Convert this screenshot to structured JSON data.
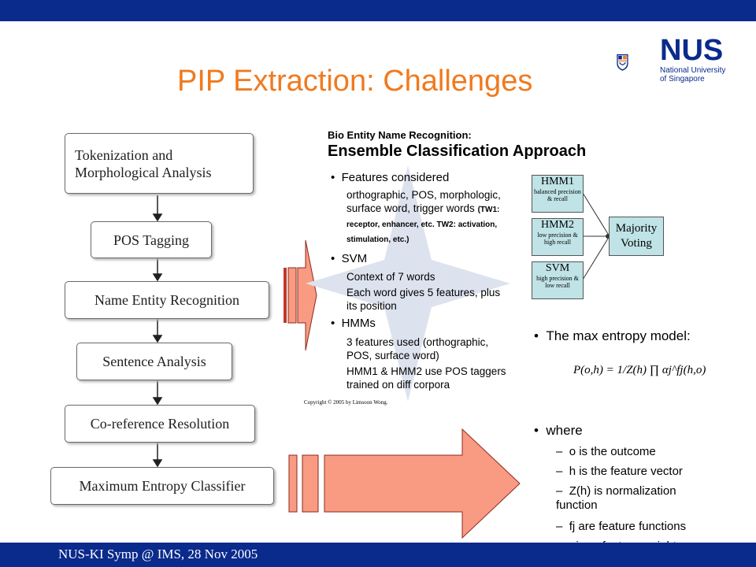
{
  "slide": {
    "title": "PIP Extraction: Challenges",
    "footer": "NUS-KI Symp @ IMS, 28 Nov 2005",
    "logo": {
      "name": "NUS",
      "line1": "National University",
      "line2": "of Singapore"
    }
  },
  "flow": {
    "steps": [
      "Tokenization and Morphological Analysis",
      "POS Tagging",
      "Name Entity Recognition",
      "Sentence Analysis",
      "Co-reference Resolution",
      "Maximum Entropy Classifier"
    ]
  },
  "panel": {
    "heading_small": "Bio Entity Name Recognition:",
    "heading_large": "Ensemble Classification Approach",
    "b1": "Features considered",
    "b1_s1": "orthographic, POS, morphologic, surface word, trigger words",
    "b1_s1_small": "(TW1: receptor, enhancer, etc. TW2: activation, stimulation, etc.)",
    "b2": "SVM",
    "b2_s1": "Context of 7 words",
    "b2_s2": "Each word gives 5 features, plus its position",
    "b3": "HMMs",
    "b3_s1": "3 features used (orthographic, POS, surface word)",
    "b3_s2": "HMM1 & HMM2 use POS taggers trained on diff corpora",
    "copyright": "Copyright © 2005 by Limsoon Wong.",
    "models": [
      {
        "name": "HMM1",
        "desc": "balanced precision & recall"
      },
      {
        "name": "HMM2",
        "desc": "low precision & high recall"
      },
      {
        "name": "SVM",
        "desc": "high precision & low recall"
      }
    ],
    "vote": "Majority Voting"
  },
  "right": {
    "b1": "The max entropy model:",
    "formula": "P(o,h) = 1/Z(h) ∏ αj^fj(h,o)",
    "b2": "where",
    "s1": "o is the outcome",
    "s2": "h is the feature vector",
    "s3": "Z(h) is normalization function",
    "s4": "fj are feature functions",
    "s5": "αj are feature weights"
  },
  "colors": {
    "navy": "#0a2a8c",
    "orange": "#f07a1e",
    "salmon": "#f99a82",
    "model_box": "#bfe3e6"
  }
}
